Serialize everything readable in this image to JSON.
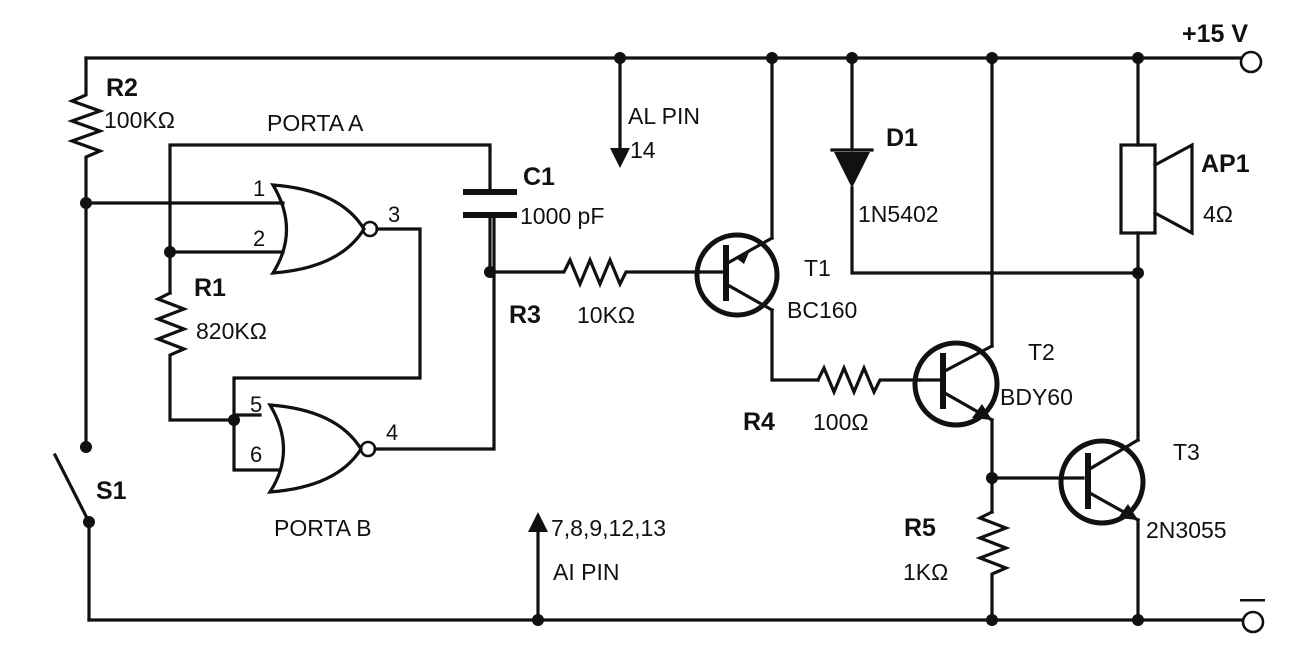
{
  "supply": {
    "positive_label": "+15 V",
    "negative_label": "—"
  },
  "gates": {
    "porta_a_label": "PORTA A",
    "porta_b_label": "PORTA B"
  },
  "pins": {
    "a_in1": "1",
    "a_in2": "2",
    "a_out": "3",
    "b_in1": "5",
    "b_in2": "6",
    "b_out": "4"
  },
  "components": {
    "r2": {
      "ref": "R2",
      "value": "100KΩ"
    },
    "r1": {
      "ref": "R1",
      "value": "820KΩ"
    },
    "c1": {
      "ref": "C1",
      "value": "1000 pF"
    },
    "r3": {
      "ref": "R3",
      "value": "10KΩ"
    },
    "r4": {
      "ref": "R4",
      "value": "100Ω"
    },
    "r5": {
      "ref": "R5",
      "value": "1KΩ"
    },
    "d1": {
      "ref": "D1",
      "value": "1N5402"
    },
    "t1": {
      "ref": "T1",
      "value": "BC160"
    },
    "t2": {
      "ref": "T2",
      "value": "BDY60"
    },
    "t3": {
      "ref": "T3",
      "value": "2N3055"
    },
    "ap1": {
      "ref": "AP1",
      "value": "4Ω"
    },
    "s1": {
      "ref": "S1"
    }
  },
  "notes": {
    "pin14_line1": "AL PIN",
    "pin14_line2": "14",
    "gnd_pins_line1": "7,8,9,12,13",
    "gnd_pins_line2": "AI PIN"
  }
}
